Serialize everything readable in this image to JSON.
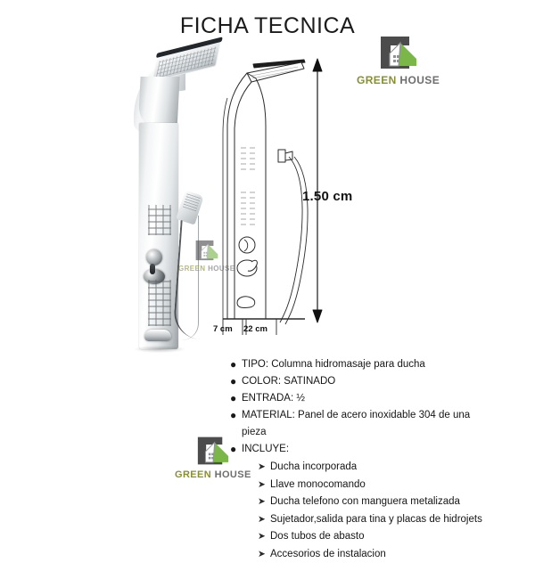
{
  "document": {
    "title": "FICHA TECNICA",
    "background_color": "#ffffff"
  },
  "brand": {
    "name_part1": "GREEN",
    "name_part2": "HOUSE",
    "icon": "green-house-logo-icon",
    "color_green": "#7ab648",
    "color_text_green": "#8a8f2e",
    "color_text_gray": "#6e6e6e",
    "color_mark_gray": "#4c4c4c"
  },
  "photo": {
    "alt_name": "shower-column-product-photo"
  },
  "drawing": {
    "alt_name": "shower-column-technical-line-drawing"
  },
  "dimensions": {
    "height": "1.50 cm",
    "depth": "7 cm",
    "width": "22 cm"
  },
  "specs": {
    "bullet_glyph": "●",
    "sub_bullet_glyph": "➤",
    "items": [
      {
        "text": "TIPO: Columna hidromasaje para ducha"
      },
      {
        "text": "COLOR: SATINADO"
      },
      {
        "text": "ENTRADA: ½"
      },
      {
        "text": "MATERIAL: Panel de acero inoxidable 304 de una",
        "continuation": "pieza"
      },
      {
        "text": "INCLUYE:"
      }
    ],
    "includes": [
      "Ducha incorporada",
      "Llave monocomando",
      "Ducha telefono con manguera metalizada",
      "Sujetador,salida para tina y placas de hidrojets",
      "Dos tubos de abasto",
      "Accesorios de instalacion"
    ]
  }
}
